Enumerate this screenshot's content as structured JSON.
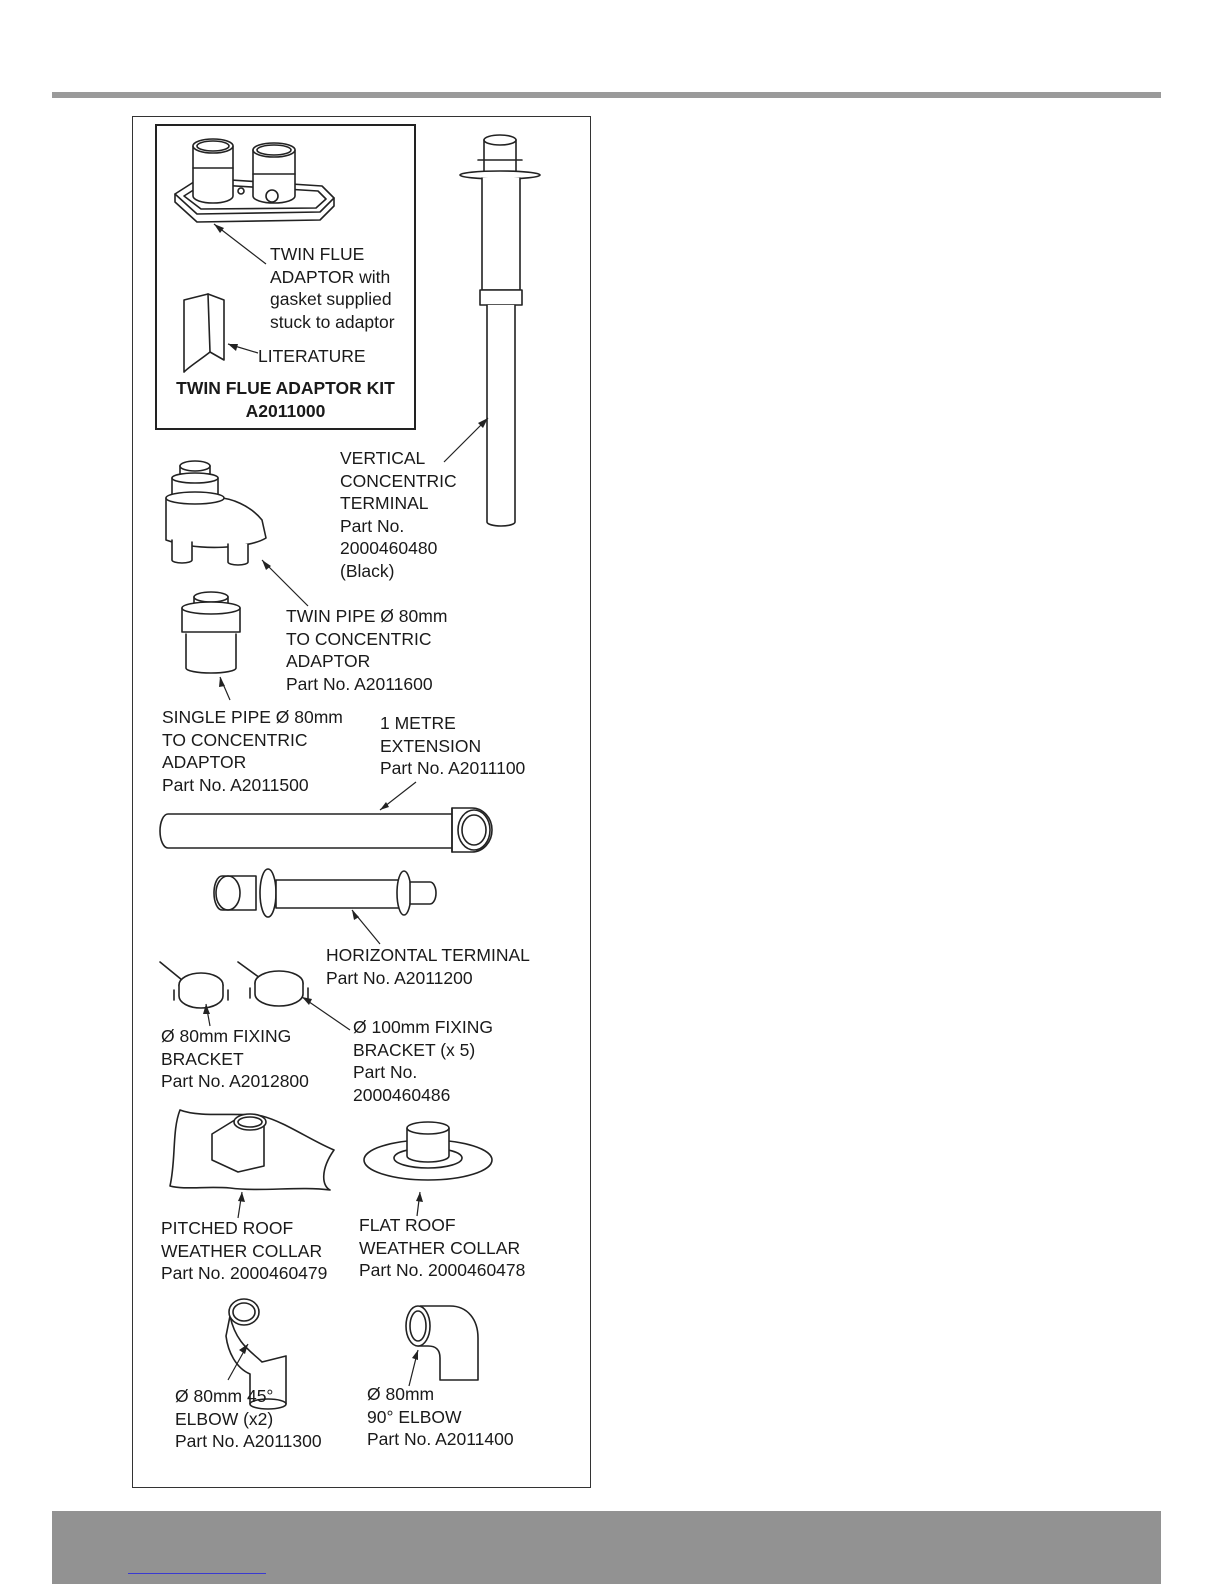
{
  "kit": {
    "adaptor_label": "TWIN FLUE\nADAPTOR with\ngasket supplied\nstuck to adaptor",
    "literature_label": "LITERATURE",
    "title": "TWIN FLUE ADAPTOR KIT\nA2011000"
  },
  "parts": {
    "vertical_terminal": "VERTICAL\nCONCENTRIC\nTERMINAL\nPart No.\n2000460480\n(Black)",
    "twin_pipe_adaptor": "TWIN PIPE Ø 80mm\nTO CONCENTRIC\nADAPTOR\nPart No. A2011600",
    "single_pipe_adaptor": "SINGLE PIPE Ø 80mm\nTO CONCENTRIC\nADAPTOR\nPart No. A2011500",
    "extension": "1 METRE\nEXTENSION\nPart No. A2011100",
    "horizontal_terminal": "HORIZONTAL TERMINAL\nPart No. A2011200",
    "bracket_80": "Ø 80mm FIXING\nBRACKET\nPart No. A2012800",
    "bracket_100": "Ø 100mm FIXING\nBRACKET (x 5)\nPart No.\n2000460486",
    "pitched_collar": "PITCHED ROOF\nWEATHER COLLAR\nPart No. 2000460479",
    "flat_collar": "FLAT ROOF\nWEATHER COLLAR\nPart No. 2000460478",
    "elbow_45": "Ø 80mm 45°\nELBOW (x2)\nPart No. A2011300",
    "elbow_90": "Ø 80mm\n90° ELBOW\nPart No. A2011400"
  }
}
